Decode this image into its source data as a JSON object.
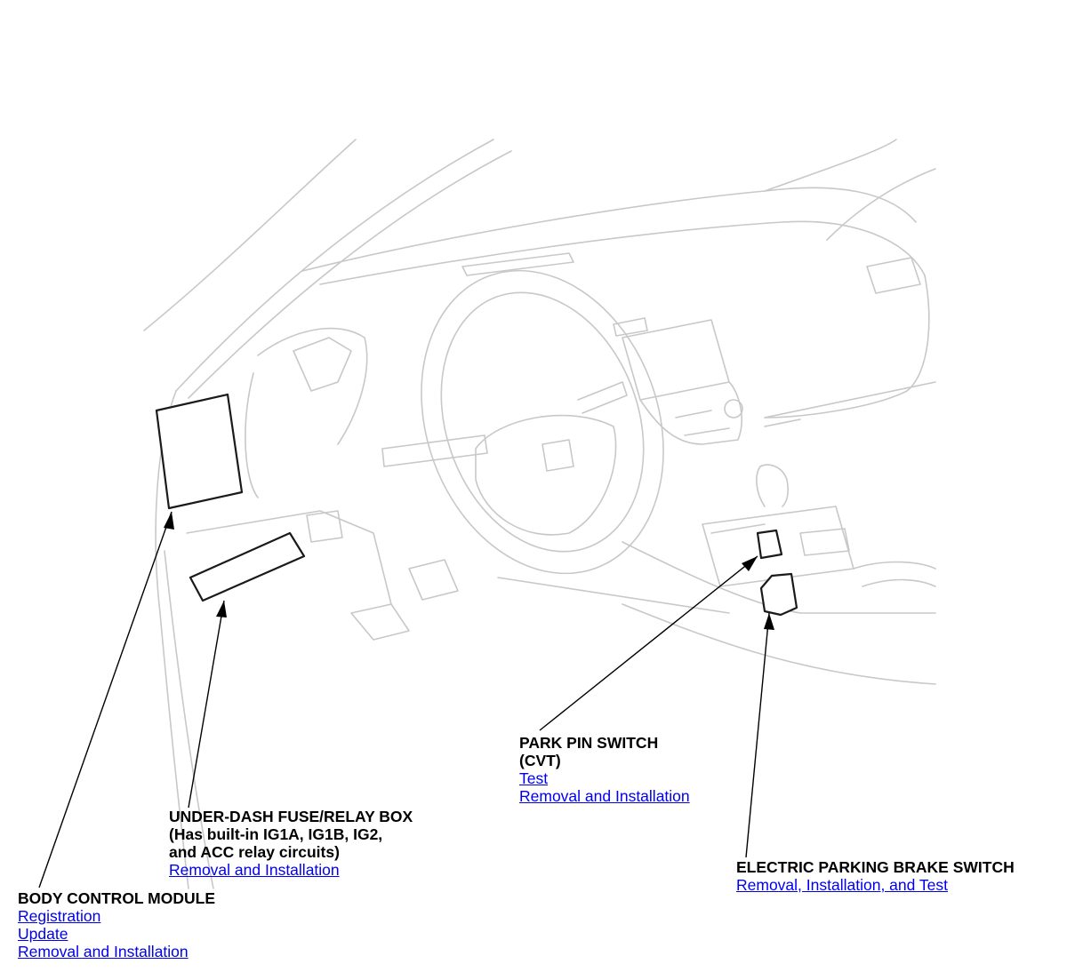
{
  "colors": {
    "outline": "#c8c8c8",
    "component_outline": "#1a1a1a",
    "leader_line": "#000000",
    "link": "#0000ee"
  },
  "callouts": {
    "body_control_module": {
      "title": "BODY CONTROL MODULE",
      "links": [
        "Registration",
        "Update",
        "Removal and Installation"
      ]
    },
    "under_dash_fuse_box": {
      "title": "UNDER-DASH FUSE/RELAY BOX\n(Has built-in IG1A, IG1B, IG2,\nand ACC relay circuits)",
      "links": [
        "Removal and Installation"
      ]
    },
    "park_pin_switch": {
      "title": "PARK PIN SWITCH\n(CVT)",
      "links": [
        "Test",
        "Removal and Installation"
      ]
    },
    "electric_parking_brake_switch": {
      "title": "ELECTRIC PARKING BRAKE SWITCH",
      "links": [
        "Removal, Installation, and Test"
      ]
    }
  }
}
